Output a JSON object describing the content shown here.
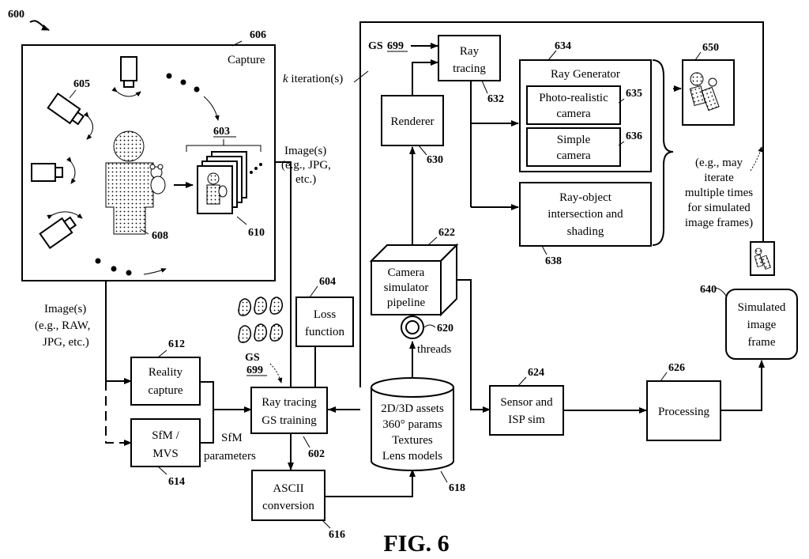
{
  "figure": {
    "number": "600",
    "title": "FIG. 6",
    "gs_label": "GS",
    "gs_ref": "699",
    "k_iterations": "k iteration(s)"
  },
  "capture": {
    "label": "Capture",
    "ref": "606",
    "refs": {
      "camera": "605",
      "group": "603",
      "person": "608",
      "images": "610"
    }
  },
  "image_labels": {
    "top": [
      "Image(s)",
      "(e.g., JPG,",
      "etc.)"
    ],
    "left": [
      "Image(s)",
      "(e.g., RAW,",
      "JPG, etc.)"
    ]
  },
  "reality_capture": {
    "lines": [
      "Reality",
      "capture"
    ],
    "ref": "612"
  },
  "sfm_mvs": {
    "lines": [
      "SfM /",
      "MVS"
    ],
    "ref": "614"
  },
  "sfm_params": {
    "lines": [
      "SfM",
      "parameters"
    ]
  },
  "loss_function": {
    "lines": [
      "Loss",
      "function"
    ],
    "ref": "604"
  },
  "gs_training": {
    "lines": [
      "Ray tracing",
      "GS training"
    ],
    "ref": "602"
  },
  "ascii": {
    "lines": [
      "ASCII",
      "conversion"
    ],
    "ref": "616"
  },
  "assets": {
    "lines": [
      "2D/3D assets",
      "360° params",
      "Textures",
      "Lens models"
    ],
    "ref": "618"
  },
  "threads": {
    "label": "threads",
    "ref": "620"
  },
  "camera_sim": {
    "lines": [
      "Camera",
      "simulator",
      "pipeline"
    ],
    "ref": "622"
  },
  "renderer": {
    "label": "Renderer",
    "ref": "630"
  },
  "ray_tracing": {
    "lines": [
      "Ray",
      "tracing"
    ],
    "ref": "632"
  },
  "ray_generator": {
    "label": "Ray Generator",
    "ref": "634"
  },
  "photo_camera": {
    "lines": [
      "Photo-realistic",
      "camera"
    ],
    "ref": "635"
  },
  "simple_camera": {
    "lines": [
      "Simple",
      "camera"
    ],
    "ref": "636"
  },
  "intersection": {
    "lines": [
      "Ray-object",
      "intersection and",
      "shading"
    ],
    "ref": "638"
  },
  "output_ref": "650",
  "iterate_note": [
    "(e.g., may",
    "iterate",
    "multiple times",
    "for simulated",
    "image frames)"
  ],
  "sensor": {
    "lines": [
      "Sensor and",
      "ISP sim"
    ],
    "ref": "624"
  },
  "processing": {
    "label": "Processing",
    "ref": "626"
  },
  "sim_frame": {
    "lines": [
      "Simulated",
      "image",
      "frame"
    ],
    "ref": "640"
  }
}
